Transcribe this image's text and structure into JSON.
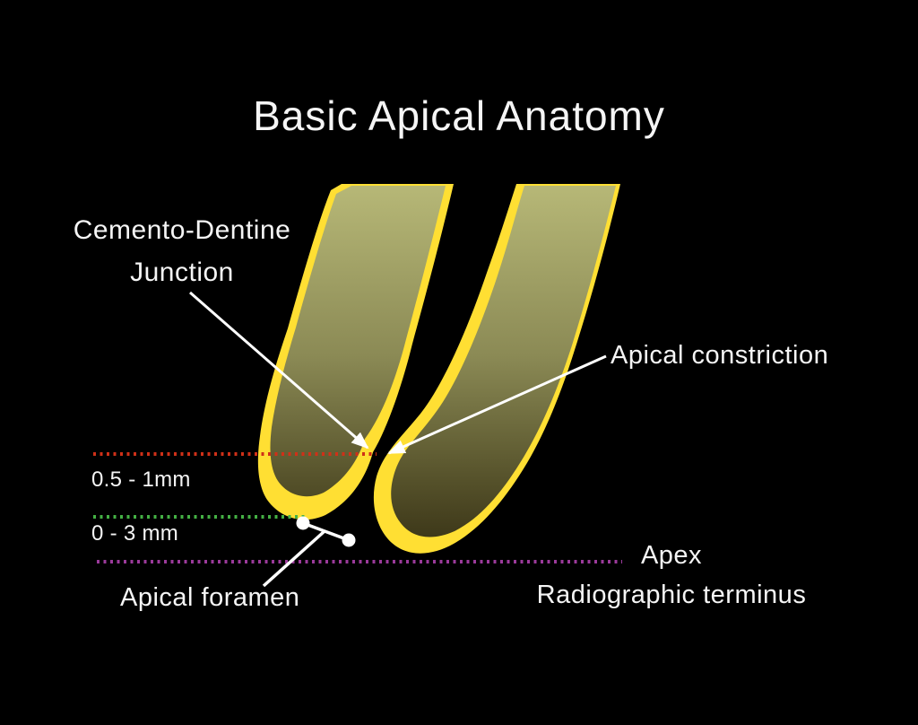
{
  "title": "Basic Apical Anatomy",
  "labels": {
    "cdj": {
      "line1": "Cemento-Dentine",
      "line2": "Junction"
    },
    "apical_constriction": "Apical constriction",
    "apical_foramen": "Apical foramen",
    "apex": {
      "line1": "Apex",
      "line2": "Radiographic terminus"
    },
    "distance_cdj_zone": "0.5 - 1mm",
    "distance_apex_zone": "0 - 3 mm"
  },
  "colors": {
    "background": "#000000",
    "text": "#f5f5f5",
    "root_outline": "#ffdf33",
    "dentine_top": "#b7b877",
    "dentine_mid": "#8b8a55",
    "dentine_low": "#55512a",
    "dentine_tip": "#322c11",
    "cdj_level_line": "#cf3018",
    "foramen_level_line": "#44b044",
    "apex_level_line": "#9b3a9b",
    "leader_line": "#ffffff"
  }
}
